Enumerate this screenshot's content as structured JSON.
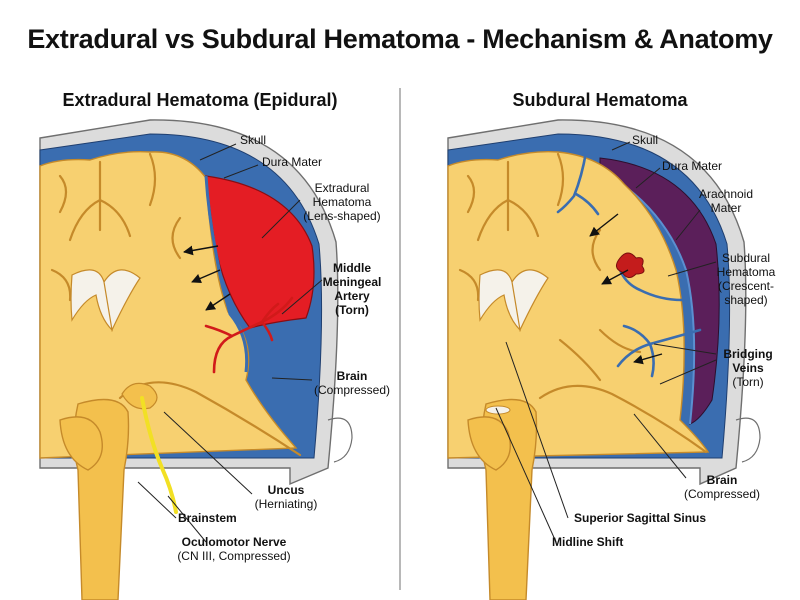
{
  "title": "Extradural vs Subdural Hematoma - Mechanism & Anatomy",
  "colors": {
    "skull": "#dcdcdc",
    "skull_outline": "#6f6f6f",
    "dura": "#3a6db0",
    "brain": "#f7d070",
    "brain_dark": "#f3c04d",
    "brain_outline": "#c58a2a",
    "white_matter": "#f5f2ea",
    "hematoma_epidural": "#e41d24",
    "hematoma_subdural": "#5b1f5a",
    "artery": "#d11a1a",
    "nerve": "#f2e024"
  },
  "left_panel": {
    "heading": "Extradural Hematoma (Epidural)",
    "labels": {
      "skull": [
        "Skull"
      ],
      "dura": [
        "Dura Mater"
      ],
      "hematoma": [
        "Extradural",
        "Hematoma",
        "(Lens-shaped)"
      ],
      "artery": [
        "Middle",
        "Meningeal",
        "Artery",
        "(Torn)"
      ],
      "brain": [
        "Brain",
        "(Compressed)"
      ],
      "uncus": [
        "Uncus",
        "(Herniating)"
      ],
      "brainstem": [
        "Brainstem"
      ],
      "nerve": [
        "Oculomotor Nerve",
        "(CN III, Compressed)"
      ]
    }
  },
  "right_panel": {
    "heading": "Subdural Hematoma",
    "labels": {
      "skull": [
        "Skull"
      ],
      "dura": [
        "Dura Mater"
      ],
      "arachnoid": [
        "Arachnoid",
        "Mater"
      ],
      "hematoma": [
        "Subdural",
        "Hematoma",
        "(Crescent-",
        "shaped)"
      ],
      "veins": [
        "Bridging",
        "Veins",
        "(Torn)"
      ],
      "brain": [
        "Brain",
        "(Compressed)"
      ],
      "sinus": [
        "Superior Sagittal Sinus"
      ],
      "shift": [
        "Midline Shift"
      ]
    }
  }
}
